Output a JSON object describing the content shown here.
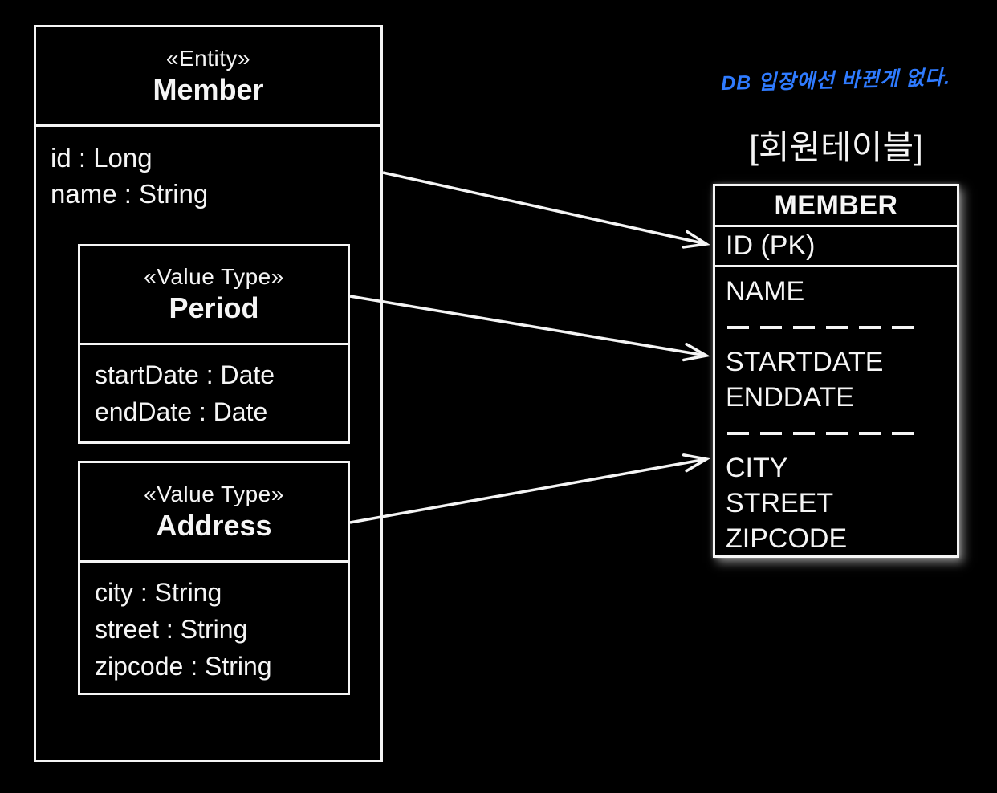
{
  "page": {
    "background": "#000000",
    "foreground": "#f5f5f5",
    "accent_blue": "#2f7bff"
  },
  "uml": {
    "entity": {
      "stereotype": "«Entity»",
      "name": "Member",
      "fields": [
        "id : Long",
        "name : String"
      ]
    },
    "period": {
      "stereotype": "«Value Type»",
      "name": "Period",
      "fields": [
        "startDate : Date",
        "endDate : Date"
      ]
    },
    "address": {
      "stereotype": "«Value Type»",
      "name": "Address",
      "fields": [
        "city : String",
        "street : String",
        "zipcode : String"
      ]
    }
  },
  "notes": {
    "handwriting": "DB 입장에선 바뀐게 없다.",
    "table_caption": "[회원테이블]"
  },
  "table": {
    "title": "MEMBER",
    "pk_row": "ID (PK)",
    "columns": {
      "name": "NAME",
      "startdate": "STARTDATE",
      "enddate": "ENDDATE",
      "city": "CITY",
      "street": "STREET",
      "zipcode": "ZIPCODE"
    }
  }
}
